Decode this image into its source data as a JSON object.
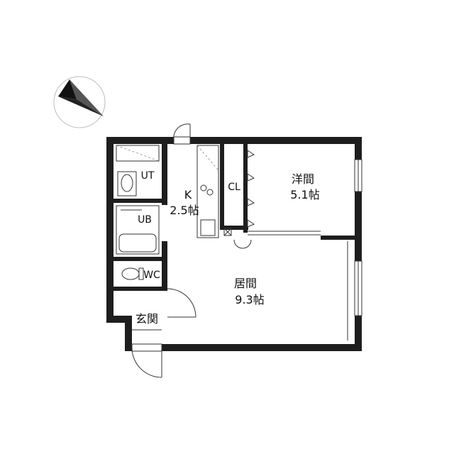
{
  "rooms": {
    "ut": {
      "label": "UT"
    },
    "kitchen": {
      "label": "K",
      "size": "2.5帖"
    },
    "cl": {
      "label": "CL"
    },
    "western": {
      "label": "洋間",
      "size": "5.1帖"
    },
    "ub": {
      "label": "UB"
    },
    "wc": {
      "label": "WC"
    },
    "living": {
      "label": "居間",
      "size": "9.3帖"
    },
    "entrance": {
      "label": "玄関"
    }
  },
  "compass": {
    "icon": "north-arrow-icon"
  },
  "colors": {
    "wall": "#1e1e1e",
    "line": "#333333"
  }
}
